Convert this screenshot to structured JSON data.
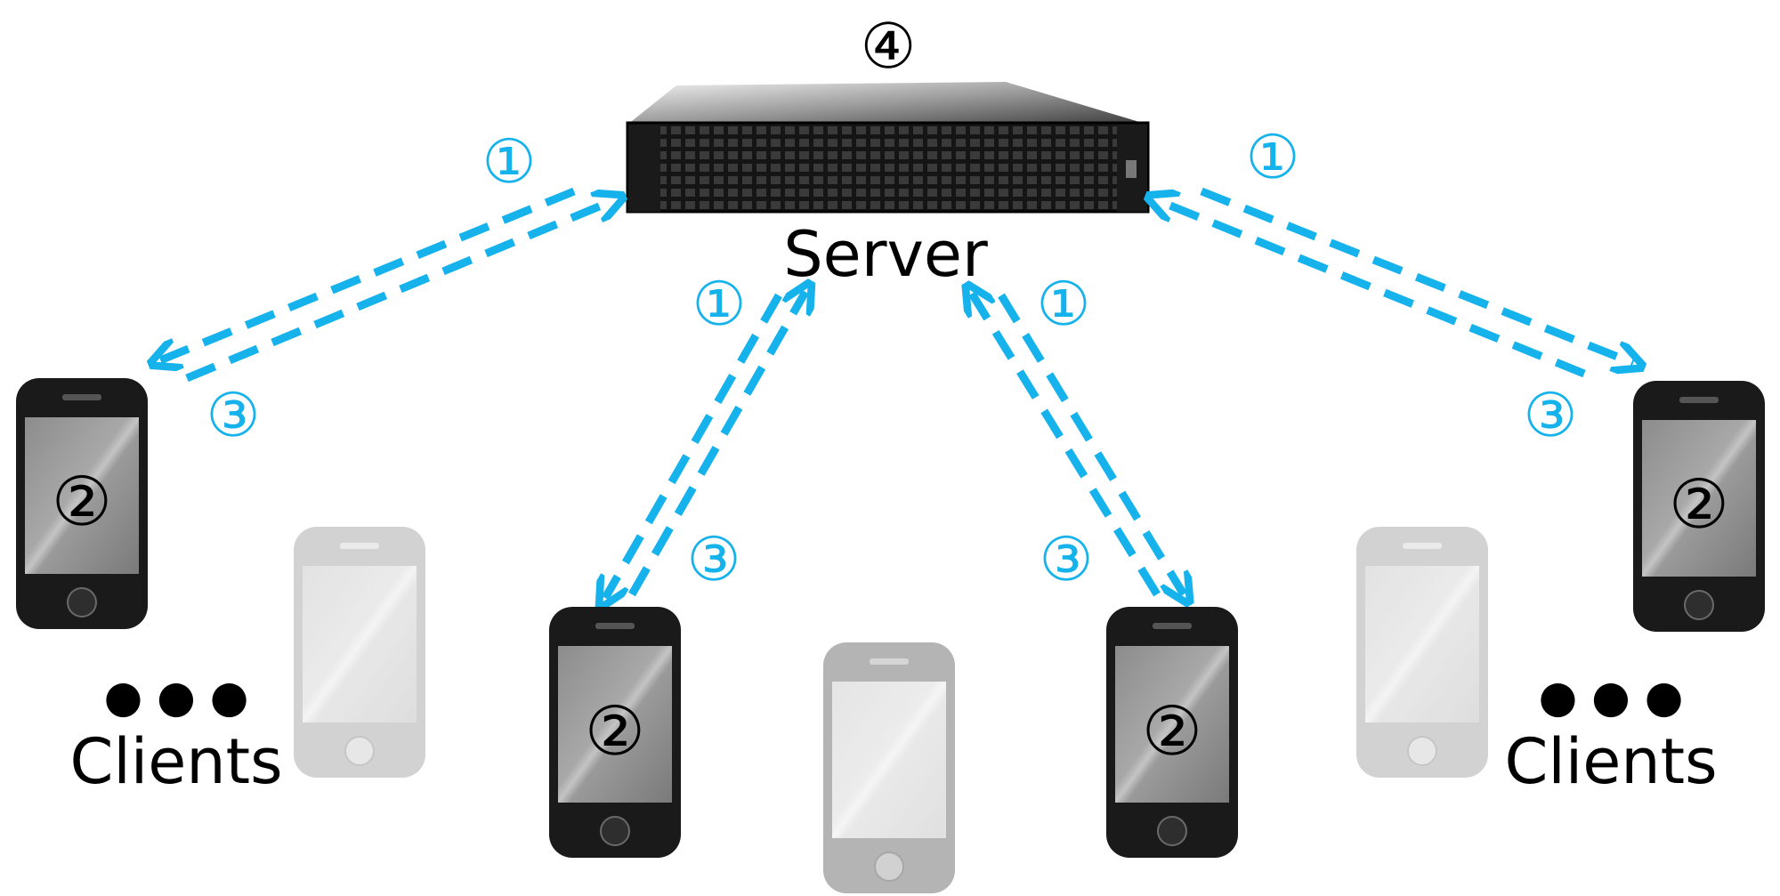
{
  "server": {
    "label": "Server",
    "step_marker": "④"
  },
  "clients": {
    "label_left": "Clients",
    "label_right": "Clients",
    "ellipsis": "● ● ●"
  },
  "phone_marker": "②",
  "steps": {
    "download": "①",
    "upload": "③"
  },
  "colors": {
    "arrow": "#16b2ec",
    "text": "#000000",
    "phone_body": "#1a1a1a",
    "phone_faded": "#c8c8c8"
  }
}
